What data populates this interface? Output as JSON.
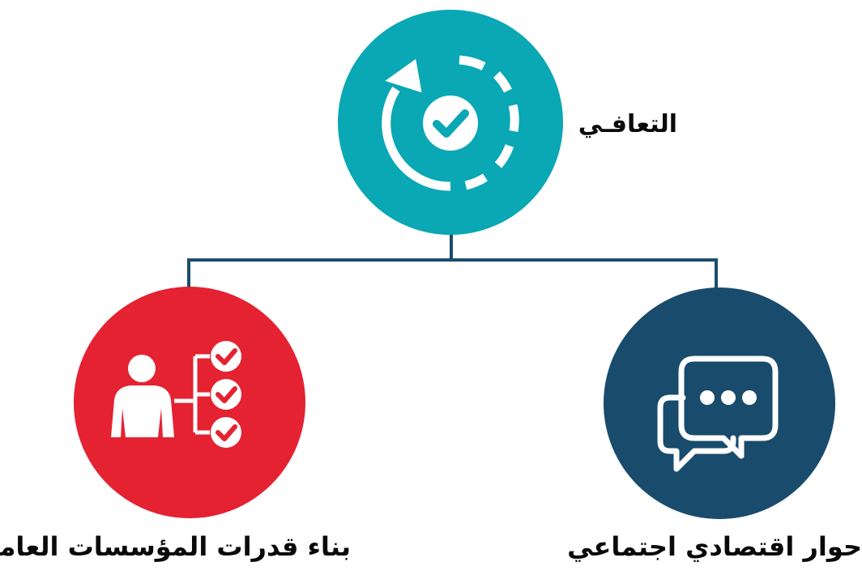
{
  "diagram": {
    "colors": {
      "connector": "#1d4d6b",
      "top_circle": "#0aa7b5",
      "left_circle": "#e42231",
      "right_circle": "#194b6c",
      "icon": "#ffffff"
    },
    "nodes": [
      {
        "id": "top",
        "label": "التعافـي",
        "icon": "refresh-check-icon",
        "color": "#0aa7b5"
      },
      {
        "id": "left",
        "label": "بناء قدرات المؤسسات العامة",
        "icon": "person-checklist-icon",
        "color": "#e42231"
      },
      {
        "id": "right",
        "label": "حوار اقتصادي اجتماعي",
        "icon": "chat-bubbles-icon",
        "color": "#194b6c"
      }
    ]
  }
}
